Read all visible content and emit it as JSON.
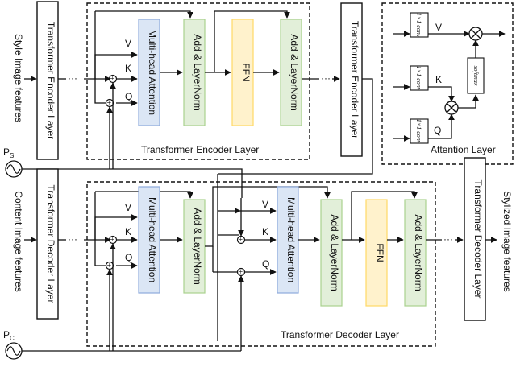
{
  "inputs": {
    "style_features": "Style Image features",
    "content_features": "Content Image features",
    "output_features": "Stylized Image features",
    "ps": "P",
    "ps_sub": "S",
    "pc": "P",
    "pc_sub": "C"
  },
  "blocks": {
    "transformer_encoder_layer": "Transformer Encoder Layer",
    "transformer_decoder_layer": "Transformer Decoder Layer",
    "multi_head_attention": "Multi-head Attention",
    "add_layernorm": "Add & LayerNorm",
    "ffn": "FFN"
  },
  "signals": {
    "v": "V",
    "k": "K",
    "q": "Q"
  },
  "ellipsis": "···",
  "attention_panel": {
    "title": "Attention Layer",
    "conv": "1×1 conv",
    "softmax": "softmax"
  },
  "colors": {
    "attention_fill": "#dbe6f5",
    "attention_border": "#8eaadb",
    "addnorm_fill": "#e2efd9",
    "addnorm_border": "#a9d18e",
    "ffn_fill": "#fff2cc",
    "ffn_border": "#ffd966"
  }
}
